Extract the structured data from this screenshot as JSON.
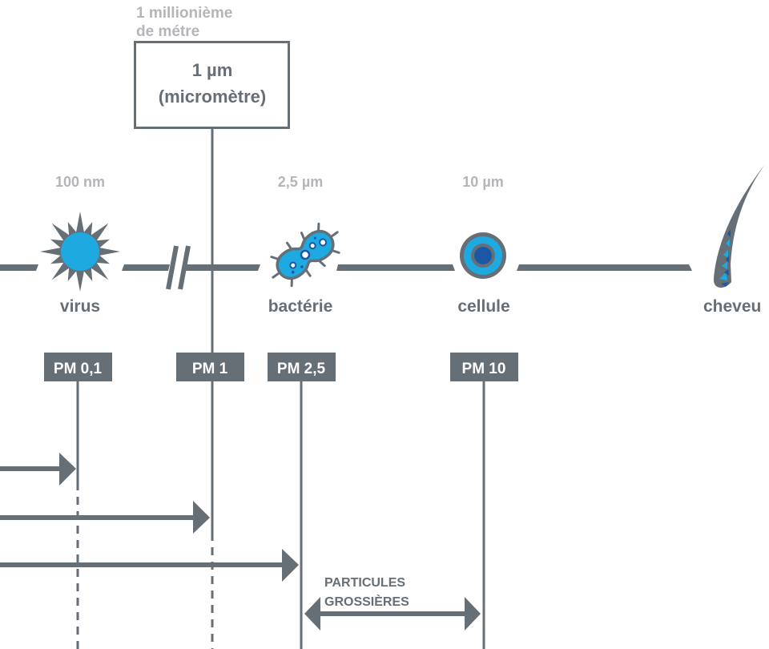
{
  "colors": {
    "line": "#666e76",
    "label_light": "#b3b5b9",
    "blue_light": "#1fa9e1",
    "blue_dark": "#1b57a5",
    "white": "#ffffff"
  },
  "reference": {
    "caption_line1": "1 millionième",
    "caption_line2": "de métre",
    "box_line1": "1 µm",
    "box_line2": "(micromètre)"
  },
  "scale_items": [
    {
      "id": "virus",
      "size": "100 nm",
      "label": "virus",
      "icon": "virus-icon"
    },
    {
      "id": "bacterie",
      "size": "2,5 µm",
      "label": "bactérie",
      "icon": "bacteria-icon"
    },
    {
      "id": "cellule",
      "size": "10 µm",
      "label": "cellule",
      "icon": "cell-icon"
    },
    {
      "id": "cheveu",
      "size": "",
      "label": "cheveu",
      "icon": "hair-icon"
    }
  ],
  "pm_tags": [
    {
      "id": "pm01",
      "label": "PM 0,1"
    },
    {
      "id": "pm1",
      "label": "PM 1"
    },
    {
      "id": "pm25",
      "label": "PM 2,5"
    },
    {
      "id": "pm10",
      "label": "PM 10"
    }
  ],
  "coarse": {
    "line1": "PARTICULES",
    "line2": "GROSSIÈRES"
  }
}
